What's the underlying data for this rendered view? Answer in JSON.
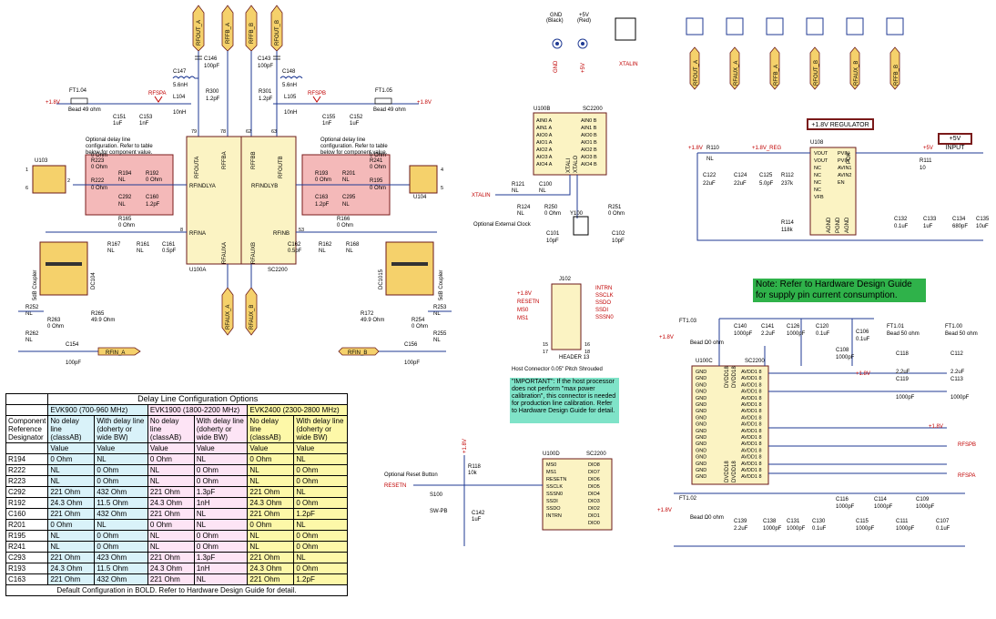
{
  "delay_table": {
    "title": "Delay Line Configuration Options",
    "groups": [
      "EVK900 (700-960 MHz)",
      "EVK1900 (1800-2200 MHz)",
      "EVK2400 (2300-2800 MHz)"
    ],
    "subheaders": [
      "No delay line (classAB)",
      "With delay line (doherty or wide BW)",
      "No delay line (classAB)",
      "With delay line (doherty or wide BW)",
      "No delay line (classAB)",
      "With delay line (doherty or wide BW)"
    ],
    "ref_header": [
      "Component",
      "Reference",
      "Designator"
    ],
    "value_label": "Value",
    "rows": [
      [
        "R194",
        "0 Ohm",
        "NL",
        "0 Ohm",
        "NL",
        "0 Ohm",
        "NL"
      ],
      [
        "R222",
        "NL",
        "0 Ohm",
        "NL",
        "0 Ohm",
        "NL",
        "0 Ohm"
      ],
      [
        "R223",
        "NL",
        "0 Ohm",
        "NL",
        "0 Ohm",
        "NL",
        "0 Ohm"
      ],
      [
        "C292",
        "221 Ohm",
        "432 Ohm",
        "221 Ohm",
        "1.3pF",
        "221 Ohm",
        "NL"
      ],
      [
        "R192",
        "24.3 Ohm",
        "11.5 Ohm",
        "24.3 Ohm",
        "1nH",
        "24.3 Ohm",
        "0 Ohm"
      ],
      [
        "C160",
        "221 Ohm",
        "432 Ohm",
        "221 Ohm",
        "NL",
        "221 Ohm",
        "1.2pF"
      ],
      [
        "R201",
        "0 Ohm",
        "NL",
        "0 Ohm",
        "NL",
        "0 Ohm",
        "NL"
      ],
      [
        "R195",
        "NL",
        "0 Ohm",
        "NL",
        "0 Ohm",
        "NL",
        "0 Ohm"
      ],
      [
        "R241",
        "NL",
        "0 Ohm",
        "NL",
        "0 Ohm",
        "NL",
        "0 Ohm"
      ],
      [
        "C293",
        "221 Ohm",
        "423 Ohm",
        "221 Ohm",
        "1.3pF",
        "221 Ohm",
        "NL"
      ],
      [
        "R193",
        "24.3 Ohm",
        "11.5 Ohm",
        "24.3 Ohm",
        "1nH",
        "24.3 Ohm",
        "0 Ohm"
      ],
      [
        "C163",
        "221 Ohm",
        "432 Ohm",
        "221 Ohm",
        "NL",
        "221 Ohm",
        "1.2pF"
      ]
    ],
    "footer": "Default Configuration in BOLD.  Refer to Hardware Design Guide for detail."
  },
  "notes": {
    "supply_note": "Note:  Refer to Hardware Design Guide for supply pin current consumption.",
    "important": "\"IMPORTANT\": If the host processor does not perform \"max power calibration\", this connector is needed for production line calibration. Refer to Hardware Design Guide for detail.",
    "delay_note_a": "Optional delay line configuration.  Refer to table below for component value.",
    "delay_note_b": "Optional delay line configuration.  Refer to table below for component value.",
    "host_connector": "Host Connector 0.05\" Pitch Shrouded",
    "ext_clock": "Optional External Clock",
    "reset_button": "Optional Reset Button"
  },
  "boxes": {
    "regulator": "+1.8V REGULATOR",
    "input": "+5V INPUT"
  },
  "ics": {
    "u100a": {
      "ref": "U100A",
      "part": "SC2200"
    },
    "u100b": {
      "ref": "U100B",
      "part": "SC2200"
    },
    "u100c": {
      "ref": "U100C",
      "part": "SC2200"
    },
    "u100d": {
      "ref": "U100D",
      "part": "SC2200"
    }
  },
  "nets": {
    "rfout_a": "RFOUT_A",
    "rfb_a": "RFFB_A",
    "rfb_b": "RFFB_B",
    "rfout_b": "RFOUT_B",
    "rfaux_a": "RFAUX_A",
    "rfaux_b": "RFAUX_B",
    "rfin_a": "RFIN_A",
    "rfin_b": "RFIN_B",
    "rfspa": "RFSPA",
    "rfspb": "RFSPB",
    "xtalin": "XTALIN",
    "reset": "RESETN",
    "v18": "+1.8V",
    "v5": "+5V",
    "gnd": "GND"
  },
  "sma_labels": [
    "RFOUT_A",
    "RFAUX_A",
    "RFFB_A",
    "RFOUT_B",
    "RFAUX_B",
    "RFFB_B"
  ],
  "u100b_left": [
    "AIN0 A",
    "AIN1 A",
    "AIO0 A",
    "AIO1 A",
    "AIO2 A",
    "AIO3 A",
    "AIO4 A"
  ],
  "u100b_right": [
    "AIN0 B",
    "AIN1 B",
    "AIO0 B",
    "AIO1 B",
    "AIO2 B",
    "AIO3 B",
    "AIO4 B"
  ],
  "u100d_left": [
    "MS0",
    "MS1",
    "RESETN",
    "SSCLK",
    "SSSN0",
    "SSDI",
    "SSDO",
    "INTRN"
  ],
  "u100d_right": [
    "DIO8",
    "DIO7",
    "DIO6",
    "DIO5",
    "DIO4",
    "DIO3",
    "DIO2",
    "DIO1",
    "DIO0"
  ],
  "u100c_left": [
    "GND",
    "GND",
    "GND",
    "GND",
    "GND",
    "GND",
    "GND",
    "GND",
    "GND",
    "GND",
    "GND",
    "GND",
    "GND",
    "GND",
    "GND",
    "GND",
    "GND"
  ],
  "u100c_right": [
    "AVDD1 8",
    "AVDD1 8",
    "AVDD1 8",
    "AVDD1 8",
    "AVDD1 8",
    "AVDD1 8",
    "AVDD1 8",
    "AVDD1 8",
    "AVDD1 8",
    "AVDD1 8",
    "AVDD1 8",
    "AVDD1 8",
    "AVDD1 8",
    "AVDD1 8",
    "AVDD1 8",
    "AVDD1 8",
    "AVDD1 8"
  ],
  "header_left": [
    "+1.8V",
    "RESETN",
    "MS0",
    "MS1"
  ],
  "header_right": [
    "INTRN",
    "SSCLK",
    "SSDO",
    "SSDI",
    "SSSN0"
  ],
  "reg_left": [
    "VOUT",
    "VOUT",
    "NC",
    "NC",
    "NC",
    "NC",
    "VFB"
  ],
  "reg_right": [
    "PVIN",
    "PVIN",
    "AVIN1",
    "AVIN2",
    "EN"
  ]
}
